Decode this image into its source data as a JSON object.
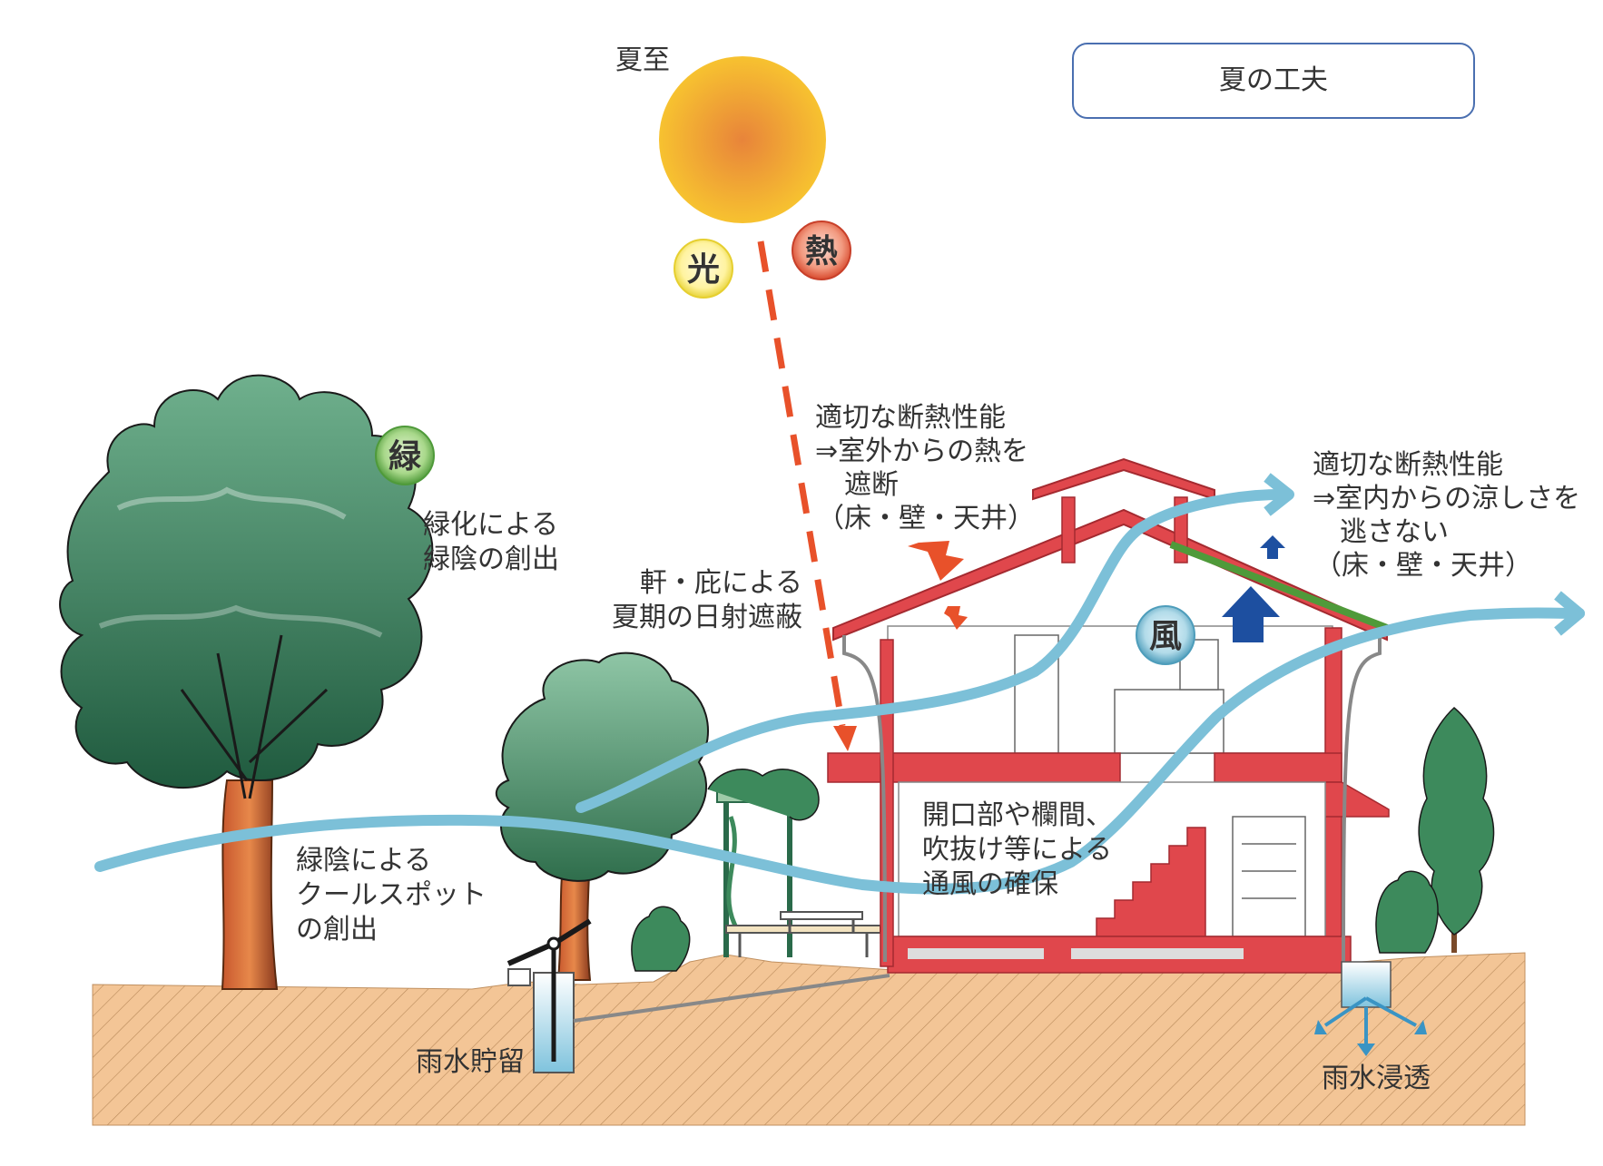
{
  "title_box": {
    "label": "夏の工夫"
  },
  "sun": {
    "label": "夏至"
  },
  "badges": {
    "light": "光",
    "heat": "熱",
    "green": "緑",
    "wind": "風"
  },
  "labels": {
    "greening": [
      "緑化による",
      "緑陰の創出"
    ],
    "eaves": [
      "軒・庇による",
      "夏期の日射遮蔽"
    ],
    "insulation_out": [
      "適切な断熱性能",
      "⇒室外からの熱を",
      "遮断",
      "（床・壁・天井）"
    ],
    "insulation_in": [
      "適切な断熱性能",
      "⇒室内からの涼しさを",
      "逃さない",
      "（床・壁・天井）"
    ],
    "ventilation": [
      "開口部や欄間、",
      "吹抜け等による",
      "通風の確保"
    ],
    "cool_spot": [
      "緑陰による",
      "クールスポット",
      "の創出"
    ],
    "rain_storage": "雨水貯留",
    "rain_infiltration": "雨水浸透"
  },
  "colors": {
    "sun_core": "#e8843a",
    "sun_edge": "#f7c230",
    "heat_arrow": "#e8512a",
    "house_red": "#e0474c",
    "wind": "#7cc0d8",
    "cool_arrow": "#1d4fa0",
    "tree_dark": "#2a6a4a",
    "tree_light": "#7fb89a",
    "ground": "#f3c596"
  }
}
